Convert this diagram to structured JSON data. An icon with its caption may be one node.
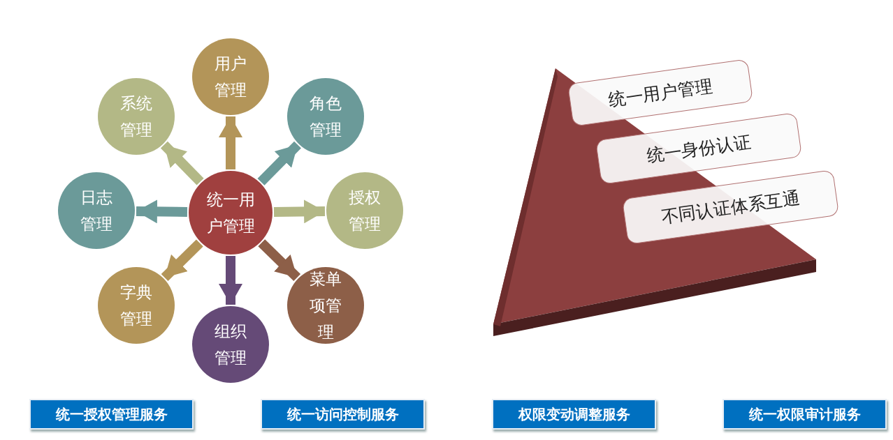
{
  "diagram": {
    "nodes": [
      {
        "text": [
          "统一用户管理"
        ]
      },
      {
        "text": [
          "用户管理"
        ]
      },
      {
        "text": [
          "角色管理"
        ]
      },
      {
        "text": [
          "授权管理"
        ]
      },
      {
        "text": [
          "菜单项管理"
        ]
      },
      {
        "text": [
          "组织管理"
        ]
      },
      {
        "text": [
          "字典管理"
        ]
      },
      {
        "text": [
          "日志管理"
        ]
      },
      {
        "text": [
          "系统管理"
        ]
      },
      {
        "text": [
          "统一用户管理"
        ]
      },
      {
        "text": [
          "统一身份认证"
        ]
      },
      {
        "text": [
          "不同认证体系互通"
        ]
      },
      {
        "text": [
          "统一授权管理服务"
        ]
      },
      {
        "text": [
          "统一访问控制服务"
        ]
      },
      {
        "text": [
          "权限变动调整服务"
        ]
      },
      {
        "text": [
          "统一权限审计服务"
        ]
      }
    ],
    "edges": [
      {
        "from": 0,
        "to": 1,
        "arrow": "to",
        "color": "#b39559"
      },
      {
        "from": 0,
        "to": 2,
        "arrow": "to",
        "color": "#6b9a99"
      },
      {
        "from": 0,
        "to": 3,
        "arrow": "to",
        "color": "#b3b886"
      },
      {
        "from": 0,
        "to": 4,
        "arrow": "to",
        "color": "#8d5f48"
      },
      {
        "from": 0,
        "to": 5,
        "arrow": "to",
        "color": "#654a77"
      },
      {
        "from": 0,
        "to": 6,
        "arrow": "to",
        "color": "#b39559"
      },
      {
        "from": 0,
        "to": 7,
        "arrow": "to",
        "color": "#6b9a99"
      },
      {
        "from": 0,
        "to": 8,
        "arrow": "to",
        "color": "#b3b886"
      }
    ]
  }
}
